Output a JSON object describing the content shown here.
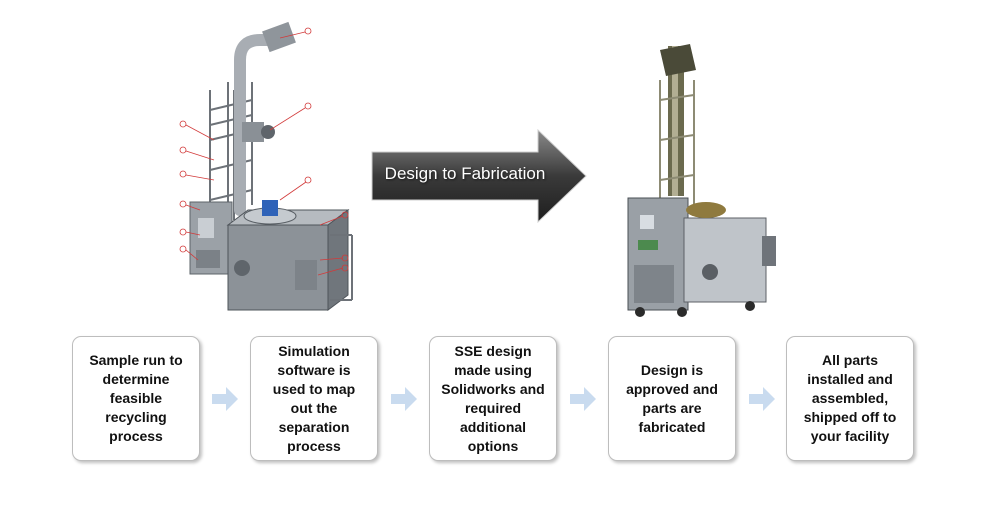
{
  "transition": {
    "label": "Design to Fabrication"
  },
  "steps": [
    {
      "text": "Sample run to\ndetermine\nfeasible\nrecycling\nprocess"
    },
    {
      "text": "Simulation\nsoftware is\nused to map\nout the\nseparation\nprocess"
    },
    {
      "text": "SSE design\nmade using\nSolidworks and\nrequired\nadditional\noptions"
    },
    {
      "text": "Design is\napproved and\nparts are\nfabricated"
    },
    {
      "text": "All parts\ninstalled and\nassembled,\nshipped off to\nyour facility"
    }
  ],
  "colors": {
    "arrow_fill": "#3a3a3a",
    "step_arrow": "#c9dbef",
    "callout": "#d23a3a"
  }
}
